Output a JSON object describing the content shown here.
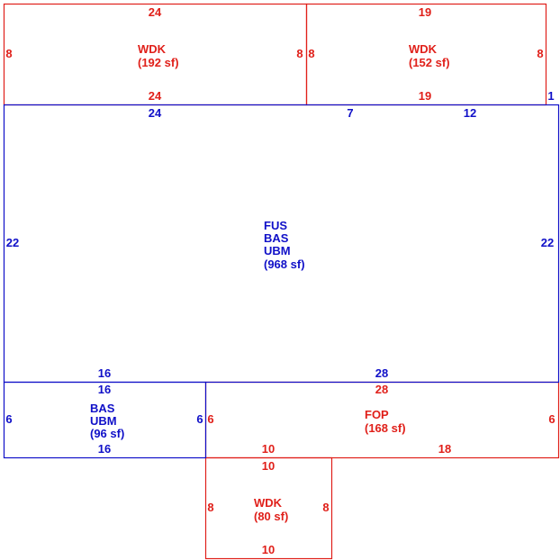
{
  "colors": {
    "red": "#e0201a",
    "blue": "#1010c8"
  },
  "areas": {
    "wdk_left": {
      "lines": [
        "WDK",
        "(192 sf)"
      ],
      "top": "24",
      "bottom": "24",
      "left": "8",
      "right": "8"
    },
    "wdk_right": {
      "lines": [
        "WDK",
        "(152 sf)"
      ],
      "top": "19",
      "bottom": "19",
      "left": "8",
      "right": "8",
      "corner": "1"
    },
    "main": {
      "lines": [
        "FUS",
        "BAS",
        "UBM",
        "(968 sf)"
      ],
      "top_left": "24",
      "top_mid": "7",
      "top_right": "12",
      "left": "22",
      "right": "22",
      "bottom_left": "16",
      "bottom_right": "28"
    },
    "bas_small": {
      "lines": [
        "BAS",
        "UBM",
        "(96 sf)"
      ],
      "top": "16",
      "bottom": "16",
      "left": "6",
      "right": "6"
    },
    "fop": {
      "lines": [
        "FOP",
        "(168 sf)"
      ],
      "top": "28",
      "bottom_left": "10",
      "bottom_right": "18",
      "left": "6",
      "right": "6"
    },
    "wdk_bottom": {
      "lines": [
        "WDK",
        "(80 sf)"
      ],
      "top": "10",
      "bottom": "10",
      "left": "8",
      "right": "8"
    }
  }
}
